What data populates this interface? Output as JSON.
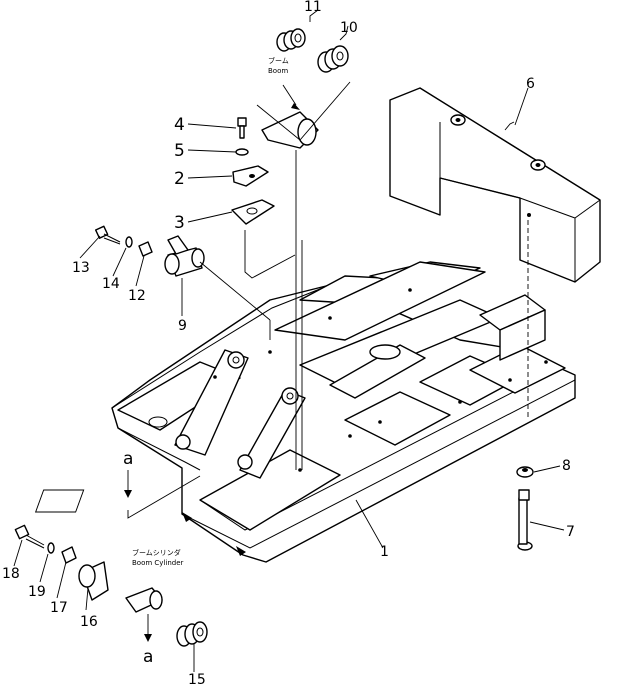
{
  "callouts": [
    "1",
    "2",
    "3",
    "4",
    "5",
    "6",
    "7",
    "8",
    "9",
    "10",
    "11",
    "12",
    "13",
    "14",
    "15",
    "16",
    "17",
    "18",
    "19"
  ],
  "section_ref": "a",
  "notes": {
    "boom_jp": "ブーム",
    "boom_en": "Boom",
    "cyl_jp": "ブームシリンダ",
    "cyl_en": "Boom Cylinder"
  }
}
